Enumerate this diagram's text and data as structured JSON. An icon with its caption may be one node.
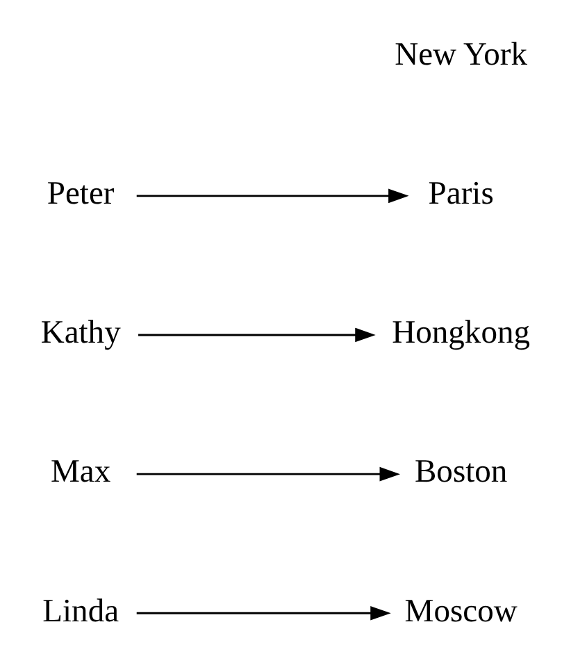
{
  "diagram": {
    "nodes": [
      {
        "text": [
          "Linda"
        ]
      },
      {
        "text": [
          "Max"
        ]
      },
      {
        "text": [
          "Kathy"
        ]
      },
      {
        "text": [
          "Peter"
        ]
      },
      {
        "text": [
          "Boston"
        ]
      },
      {
        "text": [
          "New York"
        ]
      },
      {
        "text": [
          "Hongkong"
        ]
      },
      {
        "text": [
          "Moscow"
        ]
      },
      {
        "text": [
          "Paris"
        ]
      }
    ],
    "edges": [
      {
        "from": 0,
        "to": 7,
        "arrow": "to"
      },
      {
        "from": 1,
        "to": 4,
        "arrow": "to"
      },
      {
        "from": 2,
        "to": 6,
        "arrow": "to"
      },
      {
        "from": 3,
        "to": 8,
        "arrow": "to"
      }
    ]
  }
}
